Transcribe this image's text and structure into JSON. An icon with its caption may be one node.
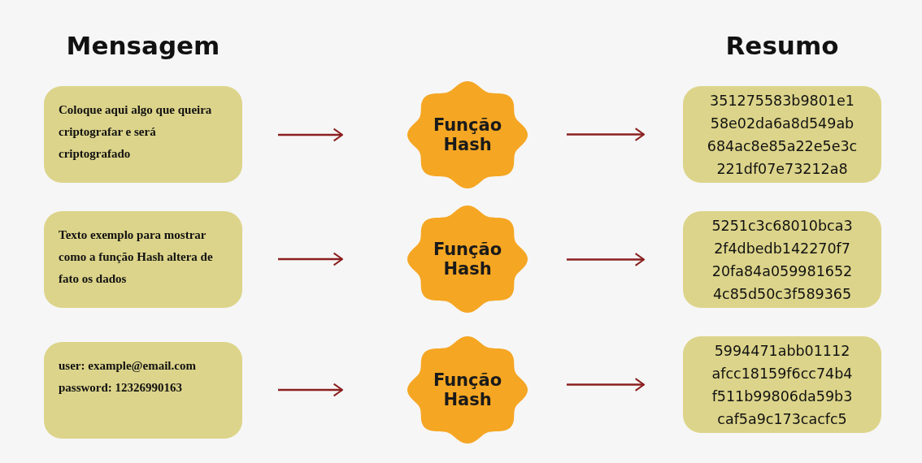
{
  "diagram": {
    "nodes": [
      {
        "text": [
          "Coloque aqui algo que queira criptografar e será criptografado"
        ]
      },
      {
        "text": [
          "Função Hash"
        ]
      },
      {
        "text": [
          "351275583b9801e1",
          "58e02da6a8d549ab",
          "684ac8e85a22e5e3c",
          "221df07e73212a8"
        ]
      },
      {
        "text": [
          "Texto exemplo para mostrar como a função Hash altera de fato os dados"
        ]
      },
      {
        "text": [
          "Função Hash"
        ]
      },
      {
        "text": [
          "5251c3c68010bca3",
          "2f4dbedb142270f7",
          "20fa84a059981652",
          "4c85d50c3f589365"
        ]
      },
      {
        "text": [
          "user: example@email.com password: 12326990163"
        ]
      },
      {
        "text": [
          "Função Hash"
        ]
      },
      {
        "text": [
          "5994471abb01112",
          "afcc18159f6cc74b4",
          "f511b99806da59b3",
          "caf5a9c173cacfc5"
        ]
      }
    ],
    "edges": [
      {
        "from": 0,
        "to": 1,
        "arrow": "to"
      },
      {
        "from": 1,
        "to": 2,
        "arrow": "to"
      },
      {
        "from": 3,
        "to": 4,
        "arrow": "to"
      },
      {
        "from": 4,
        "to": 5,
        "arrow": "to"
      },
      {
        "from": 6,
        "to": 7,
        "arrow": "to"
      },
      {
        "from": 7,
        "to": 8,
        "arrow": "to"
      }
    ],
    "labels": [
      "Mensagem",
      "Resumo"
    ]
  }
}
